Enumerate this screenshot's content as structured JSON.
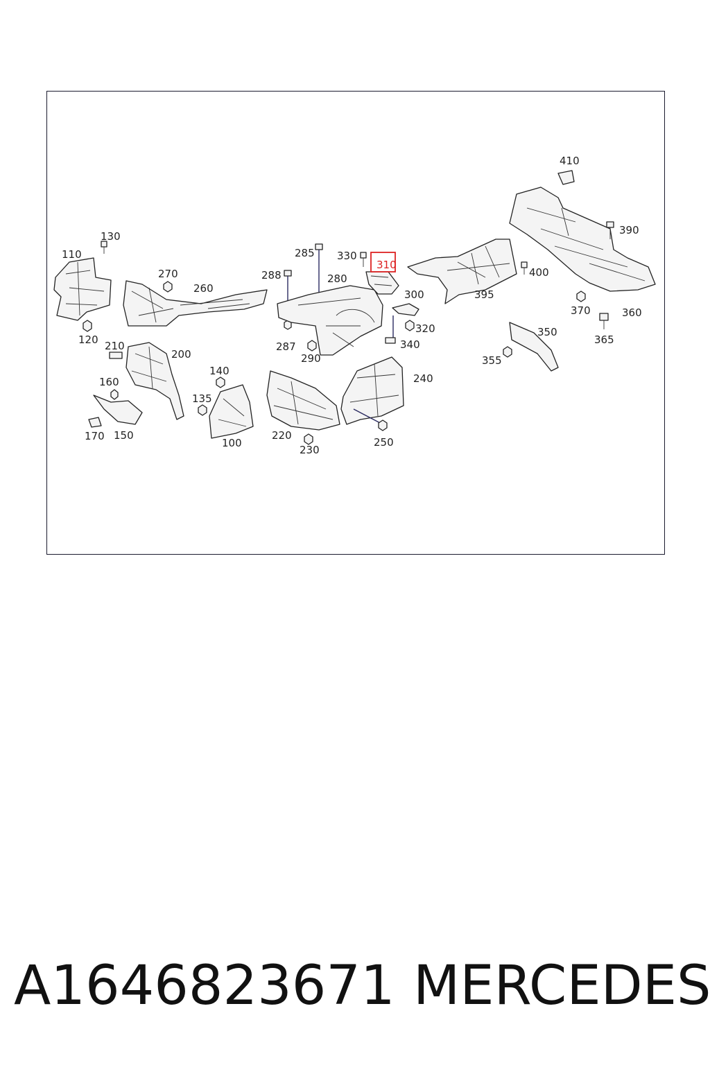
{
  "diagram": {
    "highlighted_callout": "310",
    "highlight_color": "#d22222",
    "callouts": [
      {
        "id": "c410",
        "text": "410"
      },
      {
        "id": "c390",
        "text": "390"
      },
      {
        "id": "c130",
        "text": "130"
      },
      {
        "id": "c110",
        "text": "110"
      },
      {
        "id": "c285",
        "text": "285"
      },
      {
        "id": "c330",
        "text": "330"
      },
      {
        "id": "c310",
        "text": "310"
      },
      {
        "id": "c400",
        "text": "400"
      },
      {
        "id": "c270",
        "text": "270"
      },
      {
        "id": "c288",
        "text": "288"
      },
      {
        "id": "c280",
        "text": "280"
      },
      {
        "id": "c260",
        "text": "260"
      },
      {
        "id": "c300",
        "text": "300"
      },
      {
        "id": "c395",
        "text": "395"
      },
      {
        "id": "c370",
        "text": "370"
      },
      {
        "id": "c360",
        "text": "360"
      },
      {
        "id": "c320",
        "text": "320"
      },
      {
        "id": "c120",
        "text": "120"
      },
      {
        "id": "c287",
        "text": "287"
      },
      {
        "id": "c340",
        "text": "340"
      },
      {
        "id": "c350",
        "text": "350"
      },
      {
        "id": "c365",
        "text": "365"
      },
      {
        "id": "c210",
        "text": "210"
      },
      {
        "id": "c200",
        "text": "200"
      },
      {
        "id": "c290",
        "text": "290"
      },
      {
        "id": "c355",
        "text": "355"
      },
      {
        "id": "c140",
        "text": "140"
      },
      {
        "id": "c240",
        "text": "240"
      },
      {
        "id": "c160",
        "text": "160"
      },
      {
        "id": "c135",
        "text": "135"
      },
      {
        "id": "c220",
        "text": "220"
      },
      {
        "id": "c170",
        "text": "170"
      },
      {
        "id": "c150",
        "text": "150"
      },
      {
        "id": "c100",
        "text": "100"
      },
      {
        "id": "c250",
        "text": "250"
      },
      {
        "id": "c230",
        "text": "230"
      }
    ]
  },
  "caption": {
    "part_number": "A1646823671",
    "manufacturer": "MERCEDES"
  }
}
